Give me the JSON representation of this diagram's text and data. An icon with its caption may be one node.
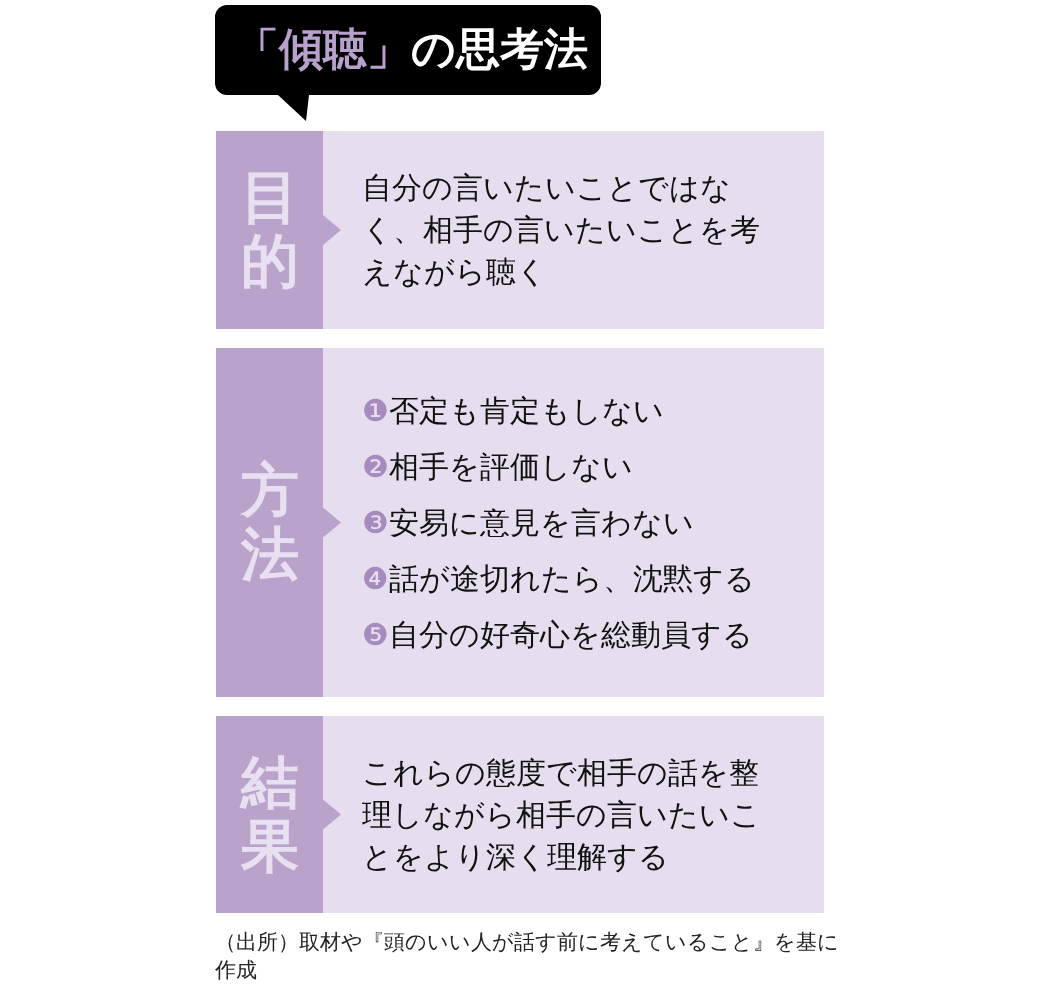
{
  "diagram": {
    "title": "**「傾聴」**の思考法",
    "nodes": [
      {
        "text": [
          "目的"
        ]
      },
      {
        "text": [
          "自分の言いたいことではなく、相手の言いたいことを考えながら聴く"
        ]
      },
      {
        "text": [
          "方法"
        ]
      },
      {
        "text": [
          "❶否定も肯定もしない",
          "❷相手を評価しない",
          "❸安易に意見を言わない",
          "❹話が途切れたら、沈黙する",
          "❺自分の好奇心を総動員する"
        ]
      },
      {
        "text": [
          "結果"
        ]
      },
      {
        "text": [
          "これらの態度で相手の話を整理しながら相手の言いたいことをより深く理解する"
        ]
      }
    ],
    "caption": "（出所）取材や『頭のいい人が話す前に考えていること』を基に作成"
  }
}
